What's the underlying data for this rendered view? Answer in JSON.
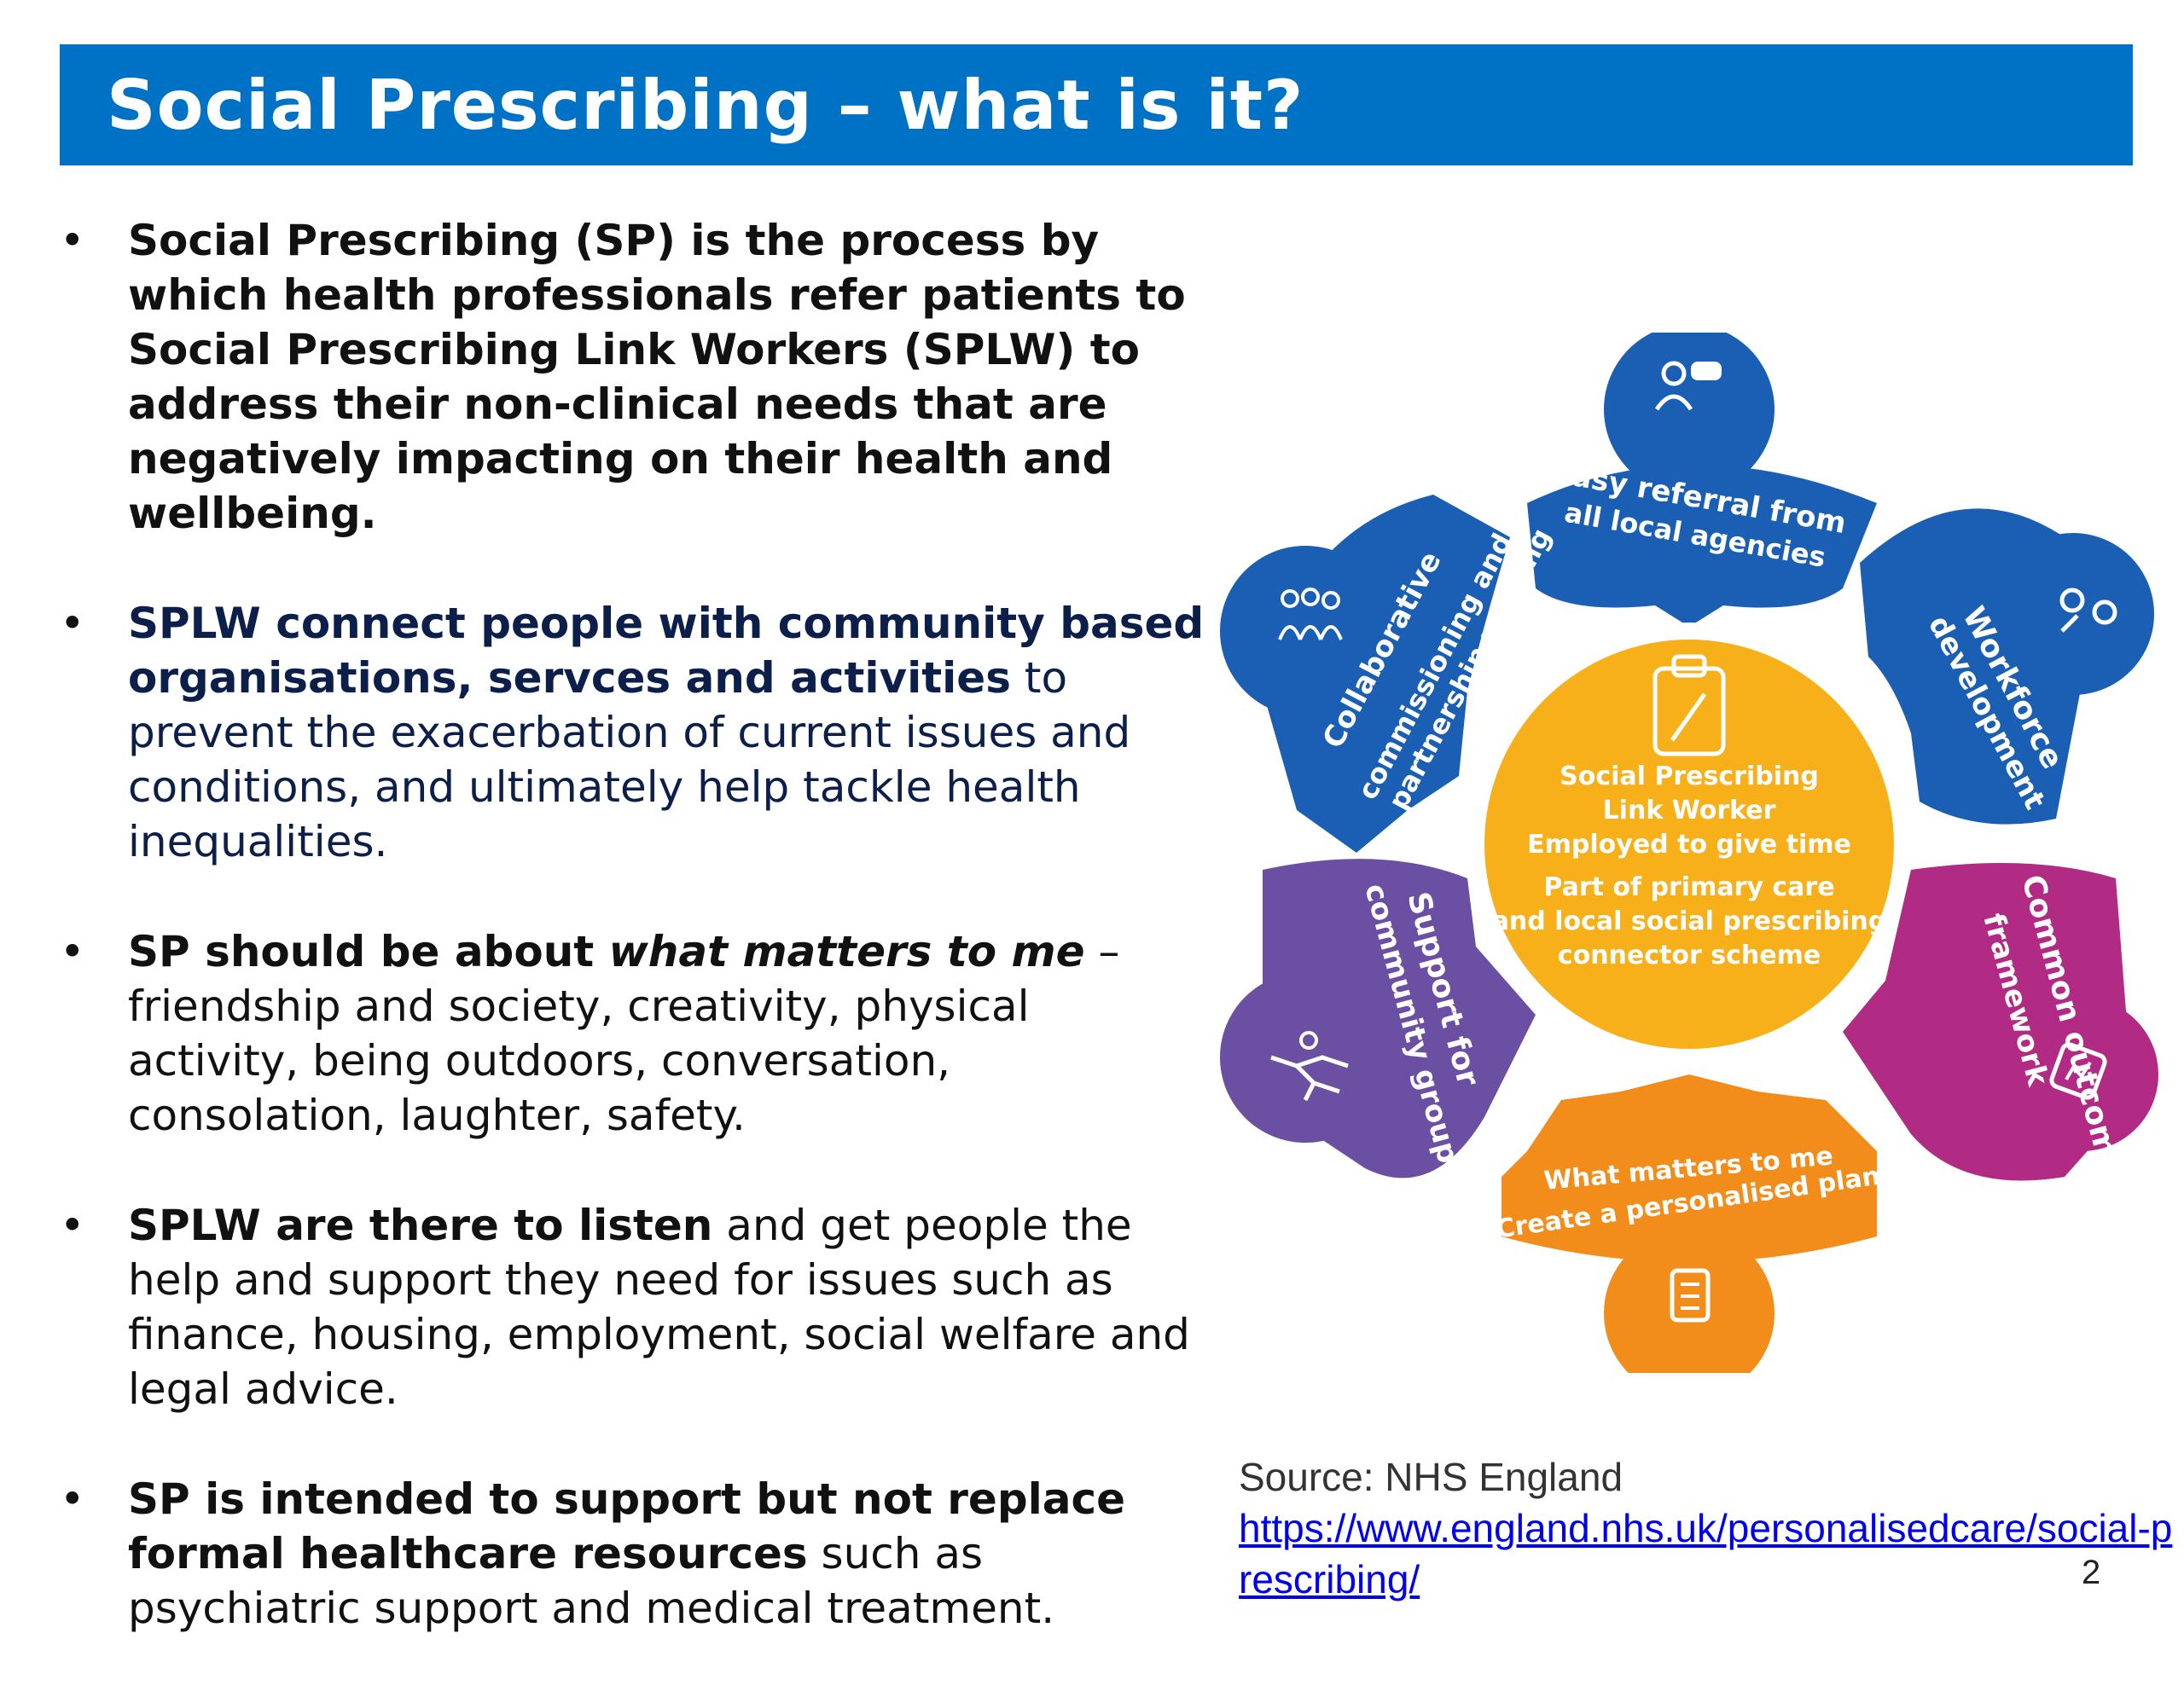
{
  "slide": {
    "title": "Social Prescribing – what is it?",
    "page_number": "2"
  },
  "bullets": {
    "b1": "Social Prescribing (SP) is the process by which health professionals refer patients to Social Prescribing Link Workers (SPLW) to address their non-clinical needs that are negatively impacting on their health and wellbeing.",
    "b2_bold": "SPLW connect people with community based organisations, servces and activities",
    "b2_rest": " to prevent the exacerbation of current issues and conditions, and ultimately help tackle health inequalities.",
    "b3_bold": "SP should be about ",
    "b3_em": "what matters to me",
    "b3_rest": " – friendship and society, creativity, physical activity, being outdoors, conversation, consolation, laughter, safety.",
    "b4_bold": "SPLW are there to listen",
    "b4_rest": " and get people the help and support they need for issues such as finance, housing, employment, social welfare and legal advice.",
    "b5_bold": "SP is intended to support but not replace formal healthcare resources",
    "b5_rest": " such as psychiatric support and medical treatment."
  },
  "diagram": {
    "center": {
      "line1": "Social Prescribing",
      "line2": "Link Worker",
      "line3": "Employed to give time",
      "line4": "Part of primary care",
      "line5": "and local social prescribing",
      "line6": "connector scheme"
    },
    "petals": {
      "top_line1": "Easy referral from",
      "top_line2": "all local agencies",
      "topright_line1": "Workforce",
      "topright_line2": "development",
      "bottomright_line1": "Common outcomes",
      "bottomright_line2": "framework",
      "bottom_line1": "What matters to me",
      "bottom_line2": "Create a personalised plan",
      "bottomleft_line1": "Support for",
      "bottomleft_line2": "community groups",
      "topleft_line1": "Collaborative",
      "topleft_line2": "commissioning and",
      "topleft_line3": "partnership working"
    },
    "colors": {
      "blue": "#1a5fb4",
      "center": "#f7b019",
      "magenta": "#b12a83",
      "orange": "#f28c1b",
      "purple": "#6b4fa3"
    },
    "icons": [
      "people-chat-icon",
      "group-icon",
      "workforce-icon",
      "clipboard-pen-icon",
      "outcomes-icon",
      "checklist-icon",
      "community-icon"
    ]
  },
  "source": {
    "label": "Source: NHS England",
    "url_text": "https://www.england.nhs.uk/personalisedcare/social-prescribing/"
  }
}
